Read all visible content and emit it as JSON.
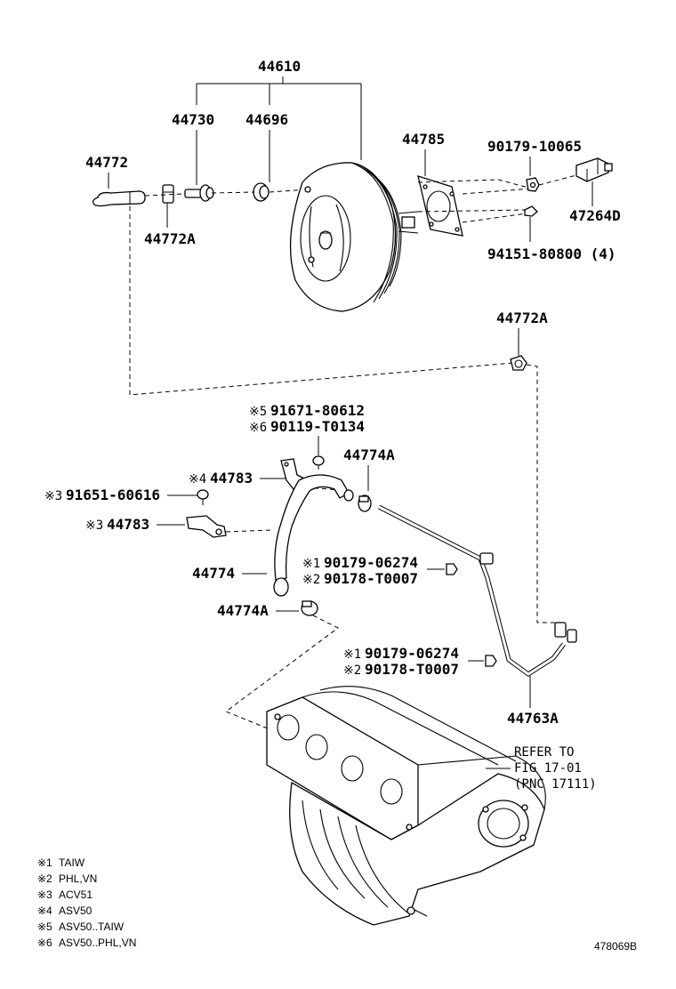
{
  "labels": {
    "booster_assembly": "44610",
    "check_valve": "44730",
    "grommet": "44696",
    "gasket": "44785",
    "hose_44772": "44772",
    "clip_upper": "44772A",
    "clip_mid": "44772A",
    "nut": "90179-10065",
    "clevis": "47264D",
    "stud_bolt": "94151-80800 (4)",
    "bolt_top": "91671-80612",
    "bolt_top_alt": "90119-T0134",
    "bracket_upper": "44783",
    "bolt_left": "91651-60616",
    "bracket_lower": "44783",
    "hose_44774": "44774",
    "clip_44774A_upper": "44774A",
    "clip_44774A_lower": "44774A",
    "nut_mid": "90179-06274",
    "nut_mid_alt": "90178-T0007",
    "nut_low": "90179-06274",
    "nut_low_alt": "90178-T0007",
    "tube": "44763A",
    "refer_line1": "REFER TO",
    "refer_line2": "FIG 17-01",
    "refer_line3": "(PNC 17111)"
  },
  "markers": {
    "m1": "※1",
    "m2": "※2",
    "m3": "※3",
    "m4": "※4",
    "m5": "※5",
    "m6": "※6"
  },
  "legend": [
    {
      "mark": "※1",
      "text": "TAIW"
    },
    {
      "mark": "※2",
      "text": "PHL,VN"
    },
    {
      "mark": "※3",
      "text": "ACV51"
    },
    {
      "mark": "※4",
      "text": "ASV50"
    },
    {
      "mark": "※5",
      "text": "ASV50..TAIW"
    },
    {
      "mark": "※6",
      "text": "ASV50..PHL,VN"
    }
  ],
  "figure_number": "478069B"
}
